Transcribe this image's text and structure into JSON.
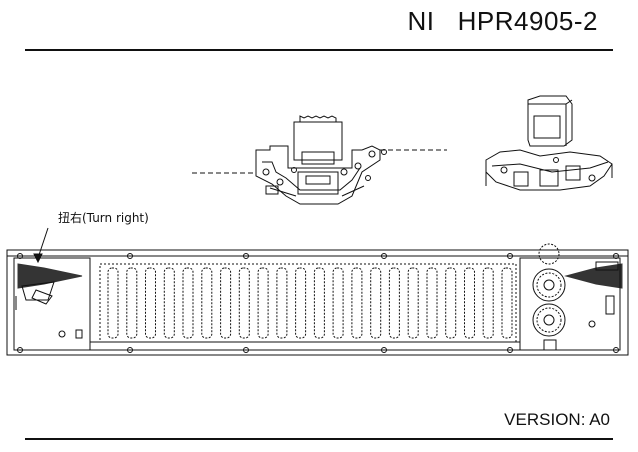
{
  "document": {
    "title": "NI   HPR4905-2",
    "version": "VERSION: A0"
  },
  "annotation": {
    "label": "扭右(Turn right)"
  },
  "colors": {
    "ink": "#111111",
    "background": "#ffffff"
  },
  "drawing": {
    "views": [
      "mechanism-side-view",
      "mechanism-3d-view",
      "tray-top-view"
    ],
    "tray_slot_count": 22
  }
}
